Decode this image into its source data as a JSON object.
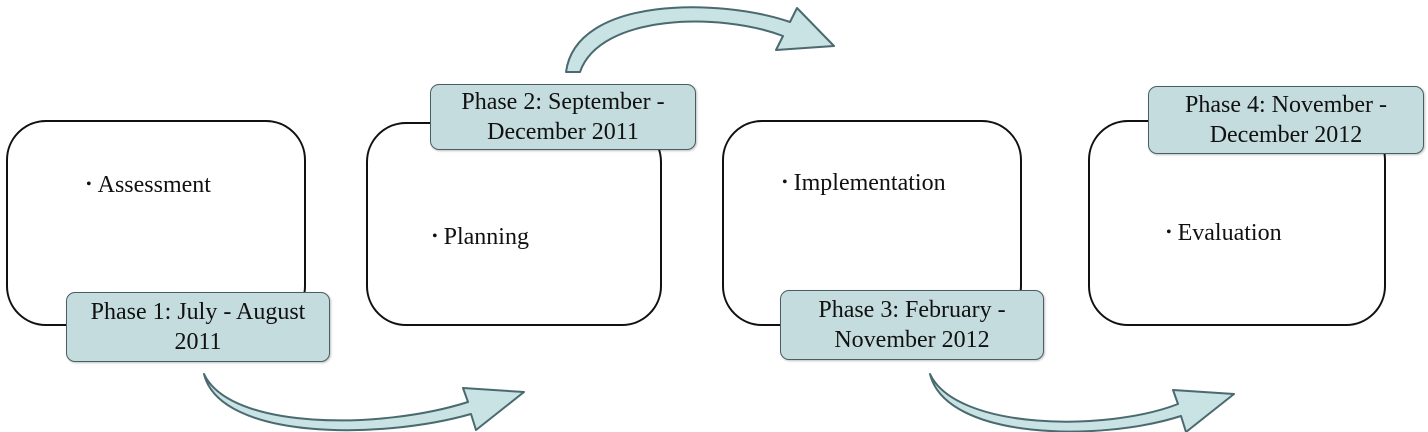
{
  "phases": [
    {
      "label": "Phase 1: July - August 2011",
      "activity": "Assessment"
    },
    {
      "label": "Phase 2: September - December 2011",
      "activity": "Planning"
    },
    {
      "label": "Phase 3: February - November 2012",
      "activity": "Implementation"
    },
    {
      "label": "Phase 4: November - December 2012",
      "activity": "Evaluation"
    }
  ],
  "bullet_symbol": "•",
  "colors": {
    "label_fill": "#c4dcdd",
    "arrow_fill": "#c9e2e3",
    "arrow_stroke": "#4a6a70",
    "outline": "#111111"
  }
}
